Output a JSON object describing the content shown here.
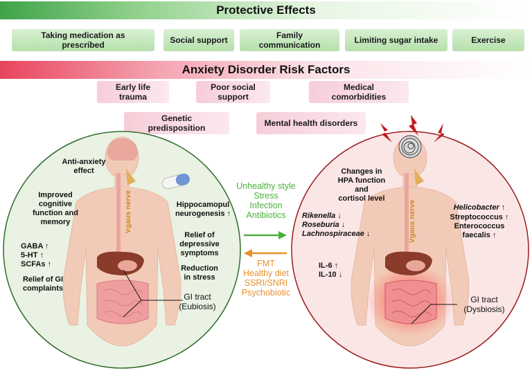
{
  "protective": {
    "title": "Protective Effects",
    "items": [
      "Taking medication as\nprescribed",
      "Social support",
      "Family\ncommunication",
      "Limiting sugar intake",
      "Exercise"
    ]
  },
  "risk": {
    "title": "Anxiety Disorder Risk Factors",
    "items": [
      "Early life\ntrauma",
      "Poor social support",
      "Medical\ncomorbidities",
      "Genetic\npredisposition",
      "Mental health disorders"
    ]
  },
  "left_panel": {
    "anti_anxiety": "Anti-anxiety\neffect",
    "cognitive": "Improved\ncognitive\nfunction and\nmemory",
    "neuro": "GABA ↑\n5-HT ↑\nSCFAs ↑",
    "gi_relief": "Relief of GI\ncomplaints",
    "hippocampal": "Hippocamopul\nneurogenesis ↑",
    "depressive": "Relief of\ndepressive\nsymptoms",
    "stress": "Reduction\nin stress",
    "vagus": "Vgaus nerve",
    "gi_tract": "GI tract\n(Eubiosis)"
  },
  "middle": {
    "negative": "Unhealthy style\nStress\nInfection\nAntibiotics",
    "positive": "FMT\nHealthy diet\nSSRI/SNRI\nPsychobiotic",
    "negative_color": "#4caf3e",
    "positive_color": "#e8902a"
  },
  "right_panel": {
    "hpa": "Changes in\nHPA function\nand\ncortisol level",
    "bacteria_down": "Rikenella ↓\nRoseburia ↓\nLachnospiraceae ↓",
    "bacteria_up_1": "Helicobacter ↑",
    "bacteria_up_2": "Streptococcus ↑\nEnterococcus\nfaecalis ↑",
    "cytokines": "IL-6 ↑\nIL-10 ↓",
    "vagus": "Vgaus nerve",
    "gi_tract": "GI tract\n(Dysbiosis)"
  }
}
